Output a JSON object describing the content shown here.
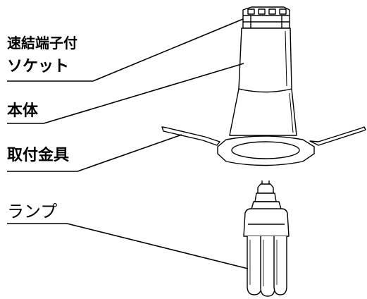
{
  "labels": {
    "socket_line1": "速結端子付",
    "socket_line2": "ソケット",
    "body": "本体",
    "bracket": "取付金具",
    "lamp": "ランプ"
  }
}
